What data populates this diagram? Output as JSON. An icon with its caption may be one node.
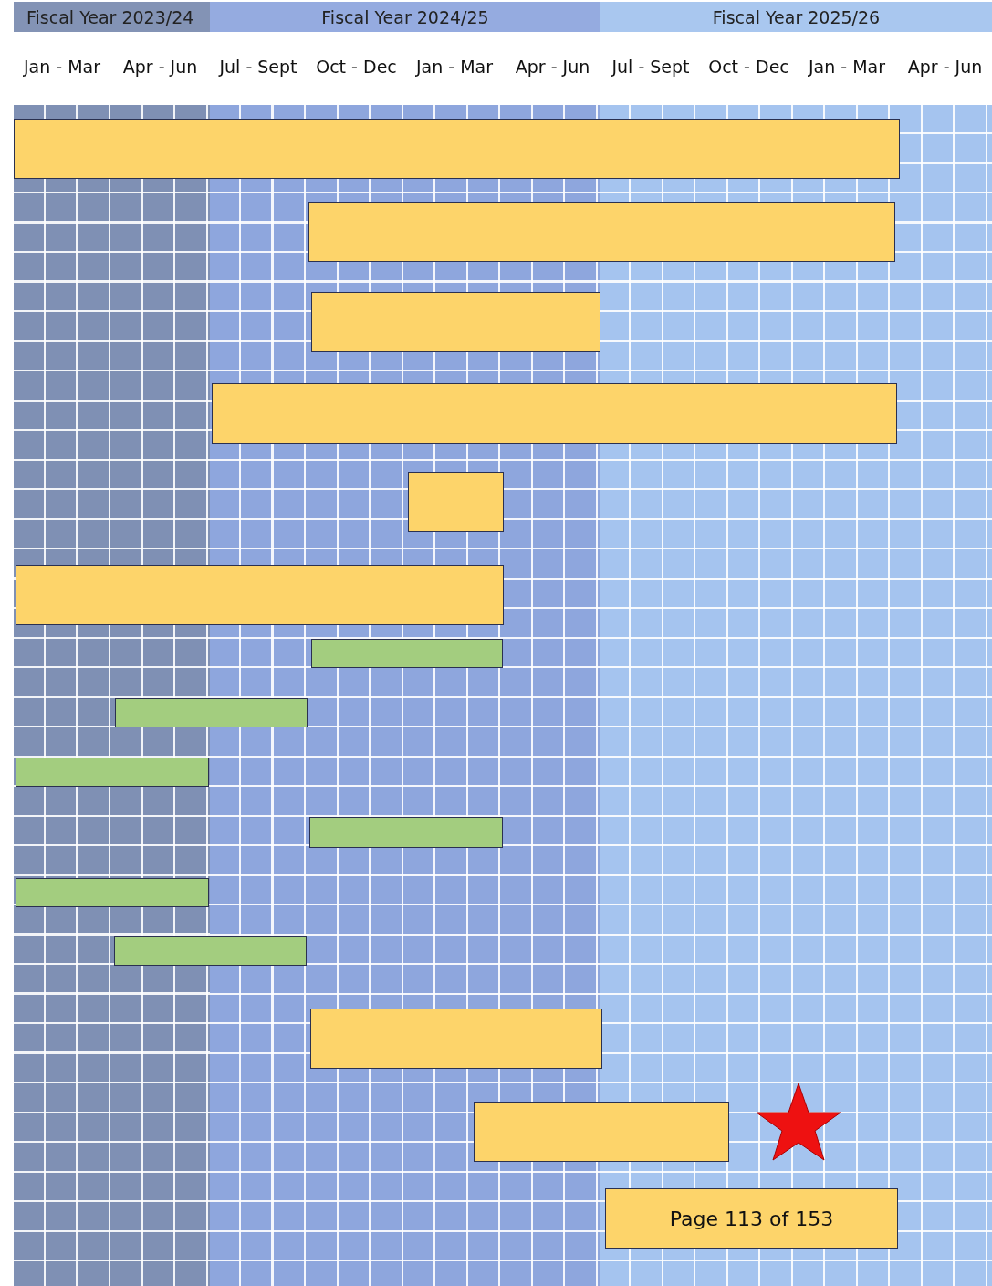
{
  "diagram": {
    "nodes": [
      {
        "text": [
          "Fiscal Year 2023/24"
        ]
      },
      {
        "text": [
          "Fiscal Year 2024/25"
        ]
      },
      {
        "text": [
          "Fiscal Year 2025/26"
        ]
      },
      {
        "text": [],
        "shape": "bar"
      },
      {
        "text": [],
        "shape": "bar"
      },
      {
        "text": [],
        "shape": "bar"
      },
      {
        "text": [],
        "shape": "bar"
      },
      {
        "text": [],
        "shape": "bar"
      },
      {
        "text": [],
        "shape": "bar"
      },
      {
        "text": [],
        "shape": "bar"
      },
      {
        "text": [],
        "shape": "bar"
      },
      {
        "text": [],
        "shape": "bar"
      },
      {
        "text": [],
        "shape": "bar"
      },
      {
        "text": [],
        "shape": "bar"
      },
      {
        "text": [],
        "shape": "bar"
      },
      {
        "text": [],
        "shape": "bar"
      },
      {
        "text": [],
        "shape": "bar"
      },
      {
        "text": [],
        "shape": "star"
      },
      {
        "text": [
          "Page 113 of 153"
        ]
      }
    ],
    "labels": [
      "Jan - Mar",
      "Apr - Jun",
      "Jul - Sept",
      "Oct - Dec",
      "Jan - Mar",
      "Apr - Jun",
      "Jul - Sept",
      "Oct - Dec",
      "Jan - Mar",
      "Apr - Jun"
    ]
  }
}
